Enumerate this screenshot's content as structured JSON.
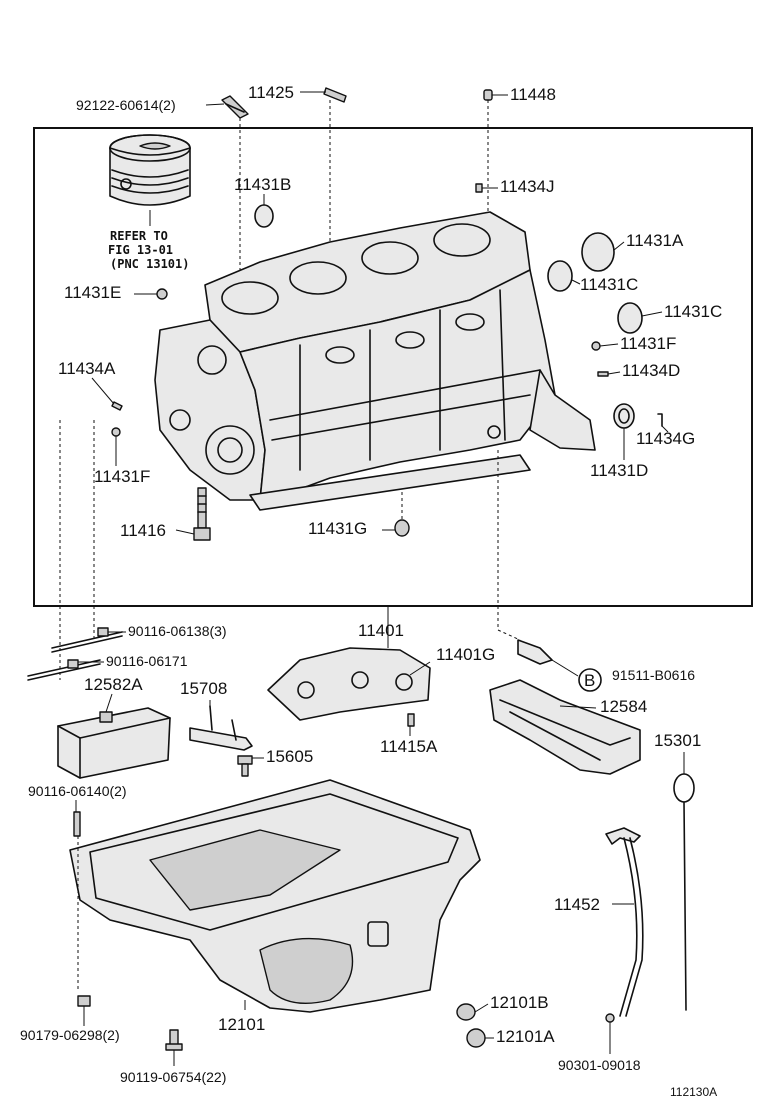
{
  "diagram_id": "112130A",
  "reference_note": {
    "line1": "REFER TO",
    "line2": "FIG 13-01",
    "line3": "(PNC 13101)"
  },
  "callouts": [
    {
      "id": "c01",
      "text": "92122-60614(2)"
    },
    {
      "id": "c02",
      "text": "11425"
    },
    {
      "id": "c03",
      "text": "11448"
    },
    {
      "id": "c04",
      "text": "11431B"
    },
    {
      "id": "c05",
      "text": "11434J"
    },
    {
      "id": "c06",
      "text": "11431A"
    },
    {
      "id": "c07",
      "text": "11431C"
    },
    {
      "id": "c08",
      "text": "11431C"
    },
    {
      "id": "c09",
      "text": "11431E"
    },
    {
      "id": "c10",
      "text": "11431F"
    },
    {
      "id": "c11",
      "text": "11434D"
    },
    {
      "id": "c12",
      "text": "11434A"
    },
    {
      "id": "c13",
      "text": "11434G"
    },
    {
      "id": "c14",
      "text": "11431F"
    },
    {
      "id": "c15",
      "text": "11431D"
    },
    {
      "id": "c16",
      "text": "11416"
    },
    {
      "id": "c17",
      "text": "11431G"
    },
    {
      "id": "c18",
      "text": "90116-06138(3)"
    },
    {
      "id": "c19",
      "text": "11401"
    },
    {
      "id": "c20",
      "text": "90116-06171"
    },
    {
      "id": "c21",
      "text": "11401G"
    },
    {
      "id": "c22",
      "text": "B"
    },
    {
      "id": "c23",
      "text": "91511-B0616"
    },
    {
      "id": "c24",
      "text": "12582A"
    },
    {
      "id": "c25",
      "text": "15708"
    },
    {
      "id": "c26",
      "text": "12584"
    },
    {
      "id": "c27",
      "text": "11415A"
    },
    {
      "id": "c28",
      "text": "15605"
    },
    {
      "id": "c29",
      "text": "15301"
    },
    {
      "id": "c30",
      "text": "90116-06140(2)"
    },
    {
      "id": "c31",
      "text": "11452"
    },
    {
      "id": "c32",
      "text": "12101B"
    },
    {
      "id": "c33",
      "text": "90179-06298(2)"
    },
    {
      "id": "c34",
      "text": "12101"
    },
    {
      "id": "c35",
      "text": "12101A"
    },
    {
      "id": "c36",
      "text": "90119-06754(22)"
    },
    {
      "id": "c37",
      "text": "90301-09018"
    }
  ]
}
